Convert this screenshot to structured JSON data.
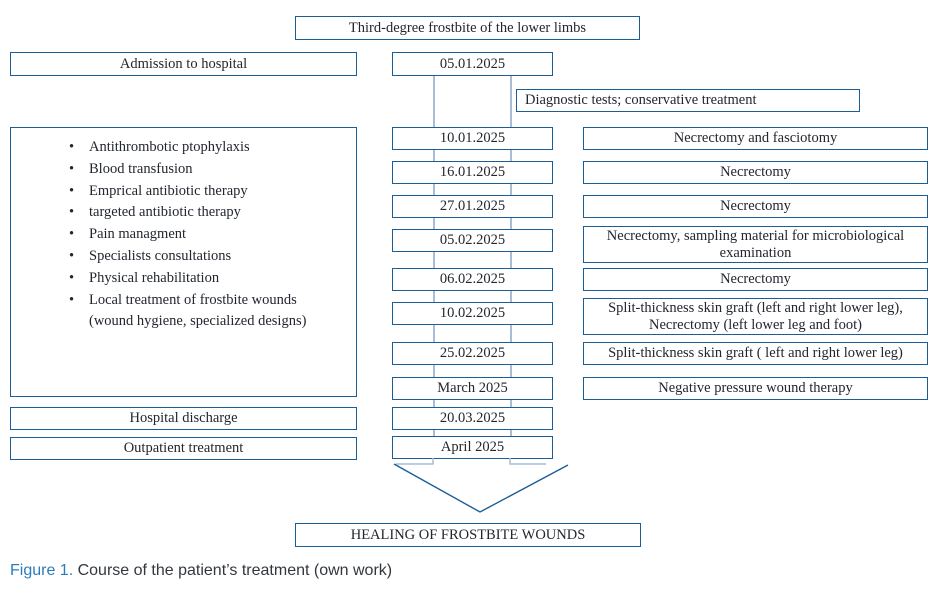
{
  "palette": {
    "box_border_blue": "#1b5e97",
    "connector_light_blue": "#a9bdd6",
    "diagram_text": "#22262e",
    "caption_label_blue": "#2b7cba",
    "caption_text": "#33373d"
  },
  "title_box": "Third-degree frostbite of the lower limbs",
  "left_column": {
    "admission": "Admission to hospital",
    "care": {
      "items": [
        "Antithrombotic ptophylaxis",
        "Blood transfusion",
        "Emprical antibiotic therapy",
        "targeted antibiotic therapy",
        "Pain managment",
        "Specialists consultations",
        "Physical rehabilitation",
        "Local treatment of frostbite wounds"
      ],
      "note": "(wound hygiene, specialized designs)"
    },
    "discharge": "Hospital discharge",
    "outpatient": "Outpatient treatment"
  },
  "timeline": {
    "start_date": "05.01.2025",
    "diagnostic": "Diagnostic tests; conservative treatment",
    "dates": [
      "10.01.2025",
      "16.01.2025",
      "27.01.2025",
      "05.02.2025",
      "06.02.2025",
      "10.02.2025",
      "25.02.2025",
      "March 2025",
      "20.03.2025",
      "April 2025"
    ],
    "treatments": [
      "Necrectomy and fasciotomy",
      "Necrectomy",
      "Necrectomy",
      "Necrectomy, sampling material for microbiological examination",
      "Necrectomy",
      "Split-thickness skin graft (left and right lower leg), Necrectomy (left lower leg and foot)",
      "Split-thickness skin graft ( left and right lower leg)",
      "Negative pressure wound therapy"
    ]
  },
  "outcome_box": "HEALING OF FROSTBITE WOUNDS",
  "caption": {
    "label": "Figure 1.",
    "text": "Course of the patient’s treatment (own work)"
  }
}
